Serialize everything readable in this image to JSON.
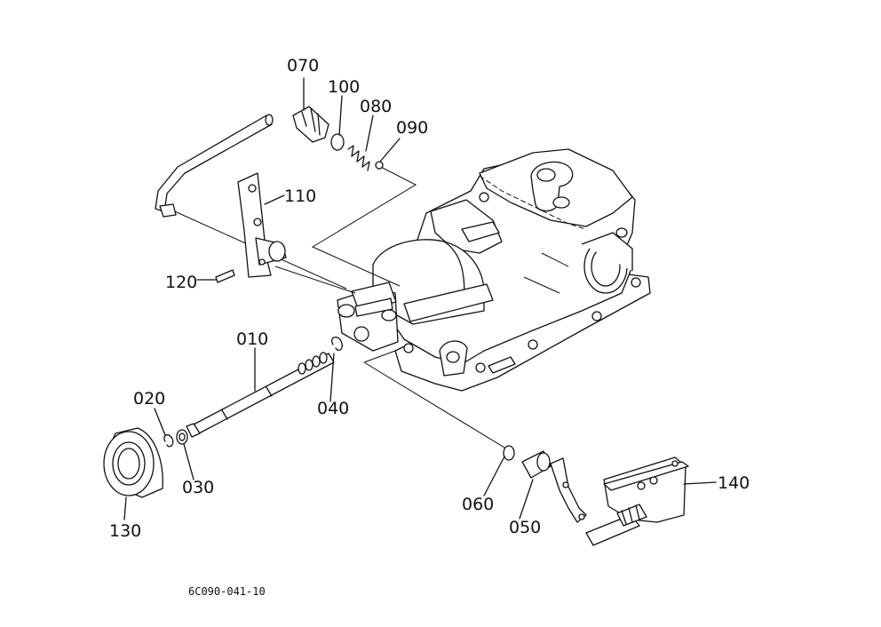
{
  "labels": {
    "p010": "010",
    "p020": "020",
    "p030": "030",
    "p040": "040",
    "p050": "050",
    "p060": "060",
    "p070": "070",
    "p080": "080",
    "p090": "090",
    "p100": "100",
    "p110": "110",
    "p120": "120",
    "p130": "130",
    "p140": "140"
  },
  "drawing_code": "6C090-041-10"
}
